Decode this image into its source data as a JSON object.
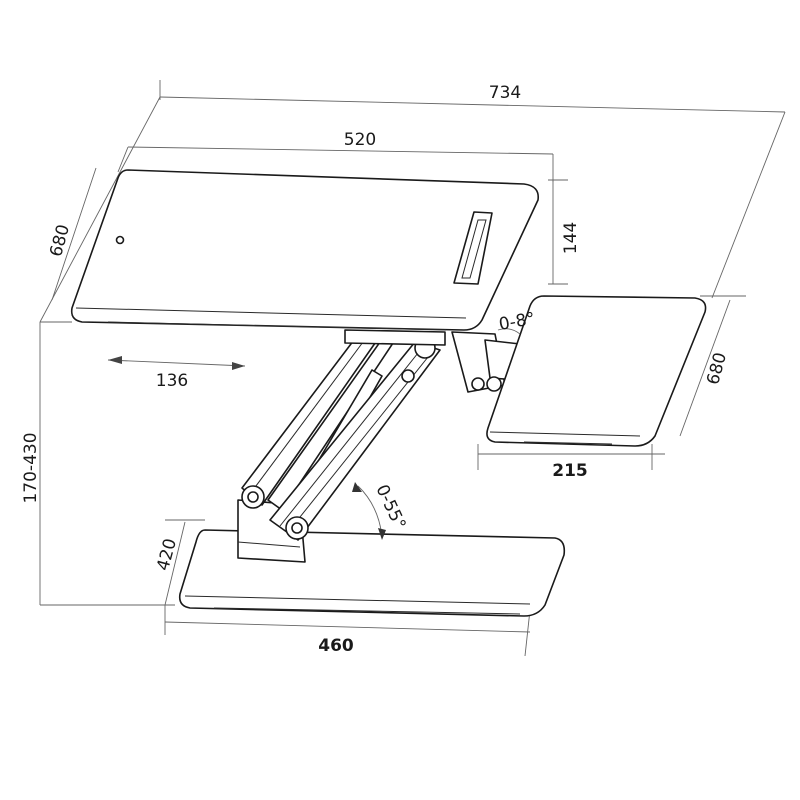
{
  "dimensions": {
    "overall_width": "734",
    "desk_width": "520",
    "desk_depth": "680",
    "desk_side_height": "144",
    "tray_tilt": "0-8°",
    "tray_depth": "680",
    "tray_width": "215",
    "offset": "136",
    "height_range": "170-430",
    "arm_angle": "0-55°",
    "base_depth": "420",
    "base_width": "460"
  }
}
